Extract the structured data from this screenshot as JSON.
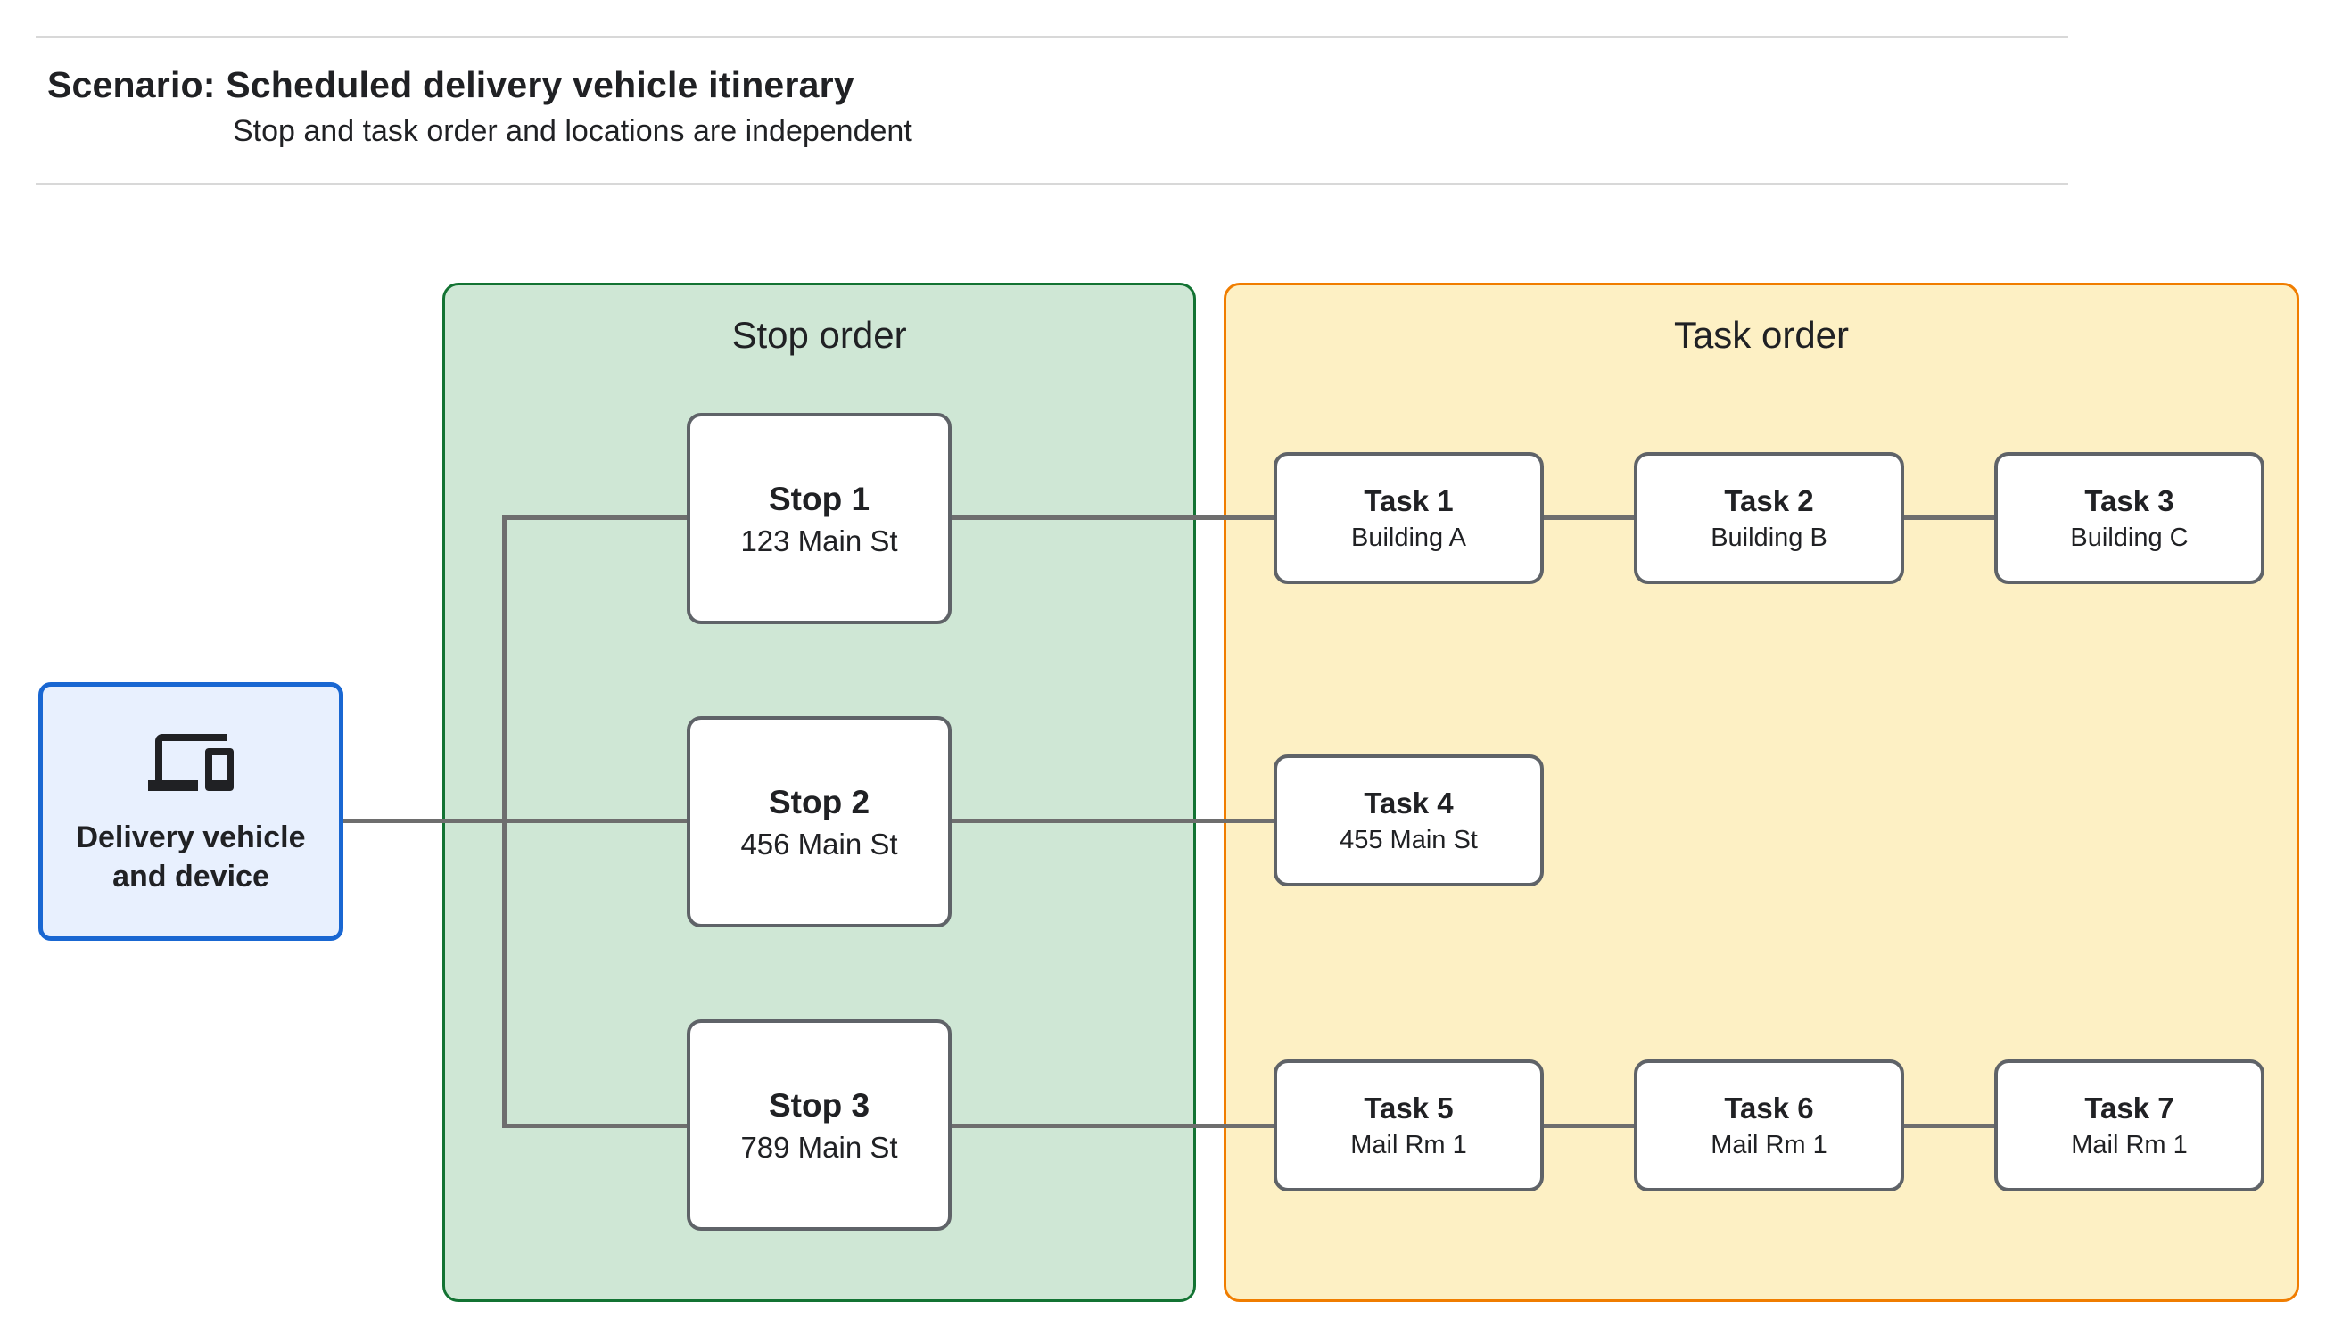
{
  "header": {
    "title": "Scenario: Scheduled delivery vehicle itinerary",
    "subtitle": "Stop and task order and locations are independent"
  },
  "panels": {
    "stop": {
      "title": "Stop order"
    },
    "task": {
      "title": "Task order"
    }
  },
  "source_node": {
    "icon": "devices-icon",
    "label": "Delivery vehicle and device"
  },
  "stops": [
    {
      "name": "Stop 1",
      "location": "123 Main St"
    },
    {
      "name": "Stop 2",
      "location": "456 Main St"
    },
    {
      "name": "Stop 3",
      "location": "789 Main St"
    }
  ],
  "tasks": [
    {
      "name": "Task 1",
      "location": "Building A"
    },
    {
      "name": "Task 2",
      "location": "Building B"
    },
    {
      "name": "Task 3",
      "location": "Building C"
    },
    {
      "name": "Task 4",
      "location": "455 Main St"
    },
    {
      "name": "Task 5",
      "location": "Mail Rm 1"
    },
    {
      "name": "Task 6",
      "location": "Mail Rm 1"
    },
    {
      "name": "Task 7",
      "location": "Mail Rm 1"
    }
  ],
  "colors": {
    "stop_panel_fill": "#cfe7d5",
    "stop_panel_border": "#137333",
    "task_panel_fill": "#fdf0c4",
    "task_panel_border": "#f07d00",
    "source_fill": "#e8f0fe",
    "source_border": "#1967d2",
    "node_border": "#5f6368",
    "connector": "#6e6e6e",
    "divider": "#d8d8d8",
    "text": "#202124"
  }
}
